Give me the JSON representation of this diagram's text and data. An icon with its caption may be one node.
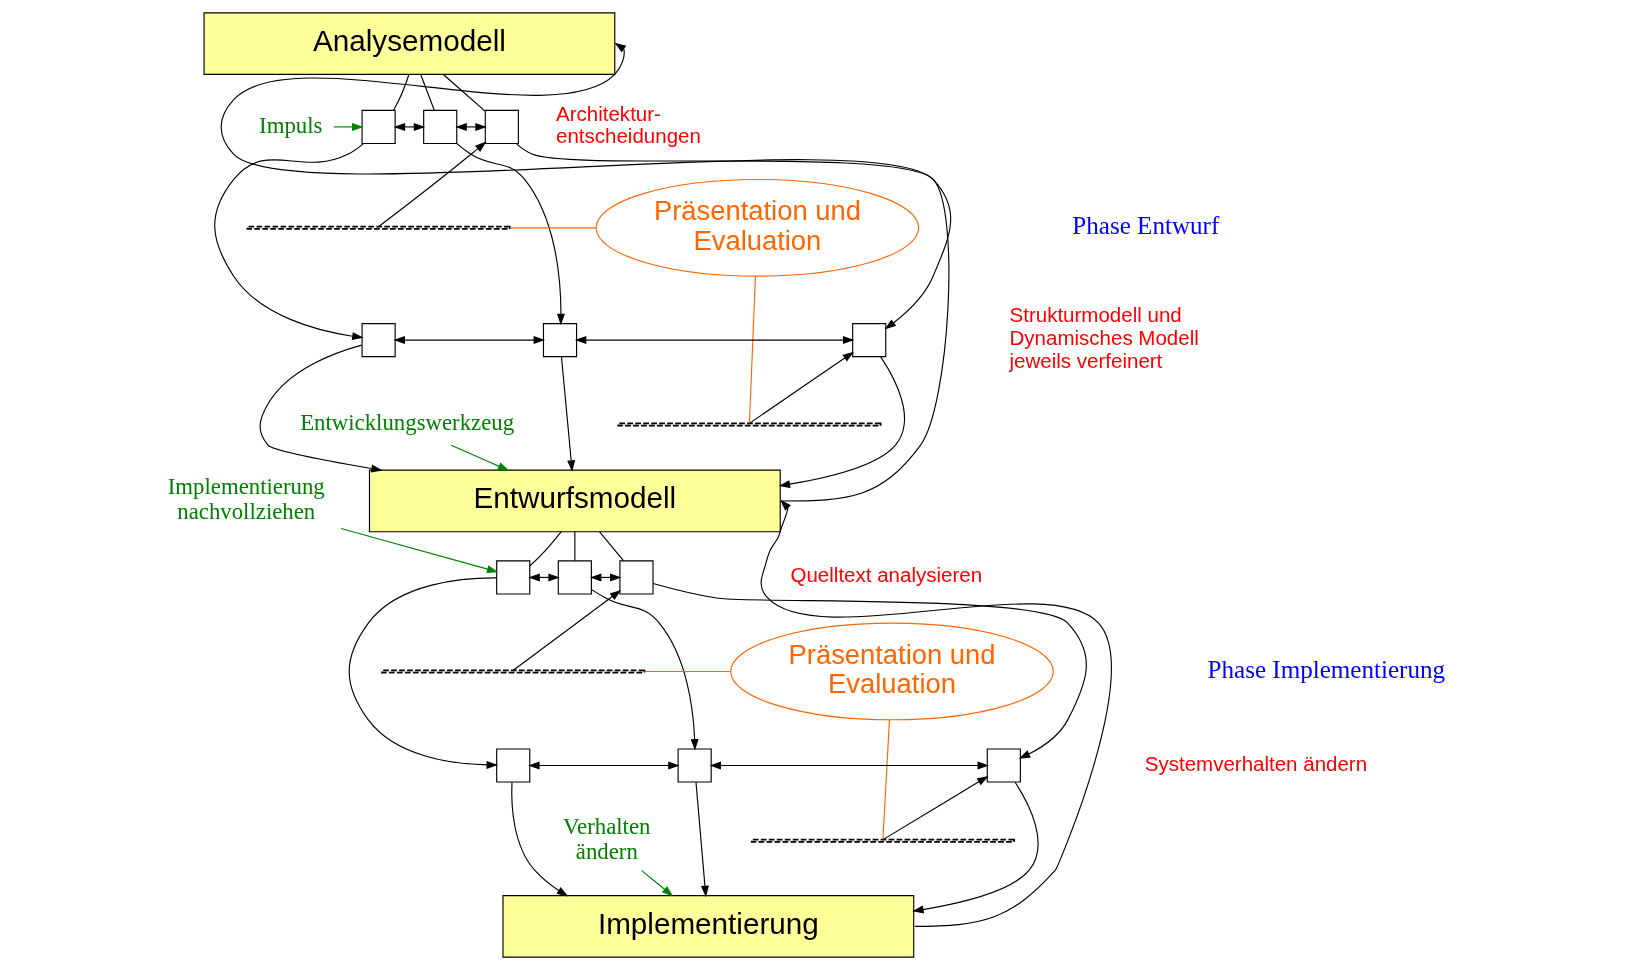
{
  "diagram": {
    "nodes": [
      {
        "text": [
          "Analysemodell"
        ]
      },
      {
        "text": [
          "Impuls"
        ]
      },
      {
        "text": [],
        "shape": "box"
      },
      {
        "text": [],
        "shape": "box"
      },
      {
        "text": [],
        "shape": "box"
      },
      {
        "text": [],
        "shape": "line"
      },
      {
        "text": [
          "Präsentation und Evaluation"
        ]
      },
      {
        "text": [],
        "shape": "box"
      },
      {
        "text": [],
        "shape": "box"
      },
      {
        "text": [],
        "shape": "box"
      },
      {
        "text": [],
        "shape": "line"
      },
      {
        "text": [
          "Entwicklungswerkzeug"
        ]
      },
      {
        "text": [
          "Entwurfsmodell"
        ]
      },
      {
        "text": [
          "Implementierung nachvollziehen"
        ]
      },
      {
        "text": [],
        "shape": "box"
      },
      {
        "text": [],
        "shape": "box"
      },
      {
        "text": [],
        "shape": "box"
      },
      {
        "text": [],
        "shape": "line"
      },
      {
        "text": [
          "Präsentation und Evaluation"
        ]
      },
      {
        "text": [],
        "shape": "box"
      },
      {
        "text": [],
        "shape": "box"
      },
      {
        "text": [],
        "shape": "box"
      },
      {
        "text": [],
        "shape": "line"
      },
      {
        "text": [
          "Verhalten ändern"
        ]
      },
      {
        "text": [
          "Implementierung"
        ]
      }
    ],
    "edges": [
      {
        "from": 0,
        "to": 2,
        "arrow": "none"
      },
      {
        "from": 0,
        "to": 3,
        "arrow": "none"
      },
      {
        "from": 0,
        "to": 4,
        "arrow": "none"
      },
      {
        "from": 1,
        "to": 2,
        "arrow": "to",
        "color": "#008000"
      },
      {
        "from": 2,
        "to": 7,
        "arrow": "to"
      },
      {
        "from": 3,
        "to": 8,
        "arrow": "to"
      },
      {
        "from": 4,
        "to": 9,
        "arrow": "to"
      },
      {
        "from": 2,
        "to": 3,
        "arrow": "both"
      },
      {
        "from": 3,
        "to": 4,
        "arrow": "both"
      },
      {
        "from": 7,
        "to": 8,
        "arrow": "both"
      },
      {
        "from": 8,
        "to": 9,
        "arrow": "both"
      },
      {
        "from": 6,
        "to": 5,
        "arrow": "none",
        "color": "#ff6600"
      },
      {
        "from": 6,
        "to": 10,
        "arrow": "none",
        "color": "#ff6600"
      },
      {
        "from": 5,
        "to": 4,
        "arrow": "to"
      },
      {
        "from": 10,
        "to": 9,
        "arrow": "to"
      },
      {
        "from": 7,
        "to": 12,
        "arrow": "to"
      },
      {
        "from": 8,
        "to": 12,
        "arrow": "to"
      },
      {
        "from": 9,
        "to": 12,
        "arrow": "to"
      },
      {
        "from": 11,
        "to": 12,
        "arrow": "to",
        "color": "#008000"
      },
      {
        "from": 12,
        "to": 0,
        "arrow": "to"
      },
      {
        "from": 12,
        "to": 14,
        "arrow": "none"
      },
      {
        "from": 12,
        "to": 15,
        "arrow": "none"
      },
      {
        "from": 12,
        "to": 16,
        "arrow": "none"
      },
      {
        "from": 13,
        "to": 14,
        "arrow": "to",
        "color": "#008000"
      },
      {
        "from": 14,
        "to": 19,
        "arrow": "to"
      },
      {
        "from": 15,
        "to": 20,
        "arrow": "to"
      },
      {
        "from": 16,
        "to": 21,
        "arrow": "to"
      },
      {
        "from": 14,
        "to": 15,
        "arrow": "both"
      },
      {
        "from": 15,
        "to": 16,
        "arrow": "both"
      },
      {
        "from": 19,
        "to": 20,
        "arrow": "both"
      },
      {
        "from": 20,
        "to": 21,
        "arrow": "both"
      },
      {
        "from": 18,
        "to": 17,
        "arrow": "none",
        "color": "#ff6600"
      },
      {
        "from": 18,
        "to": 22,
        "arrow": "none",
        "color": "#ff6600"
      },
      {
        "from": 17,
        "to": 16,
        "arrow": "to"
      },
      {
        "from": 22,
        "to": 21,
        "arrow": "to"
      },
      {
        "from": 19,
        "to": 24,
        "arrow": "to"
      },
      {
        "from": 20,
        "to": 24,
        "arrow": "to"
      },
      {
        "from": 21,
        "to": 24,
        "arrow": "to"
      },
      {
        "from": 23,
        "to": 24,
        "arrow": "to",
        "color": "#008000"
      },
      {
        "from": 24,
        "to": 12,
        "arrow": "to"
      }
    ],
    "labels": [
      "Architektur- entscheidungen",
      "Phase Entwurf",
      "Strukturmodell und Dynamisches Modell jeweils verfeinert",
      "Quelltext analysieren",
      "Phase Implementierung",
      "Systemverhalten ändern"
    ]
  }
}
